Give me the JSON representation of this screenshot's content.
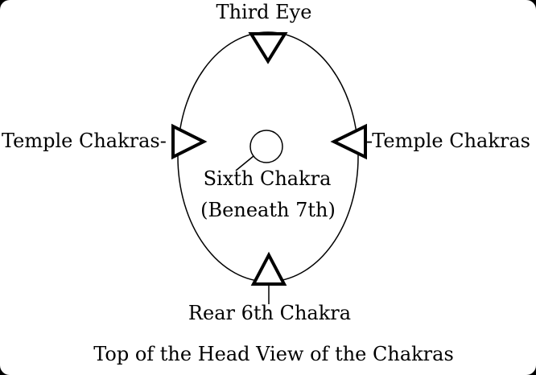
{
  "diagram": {
    "title": "Top of the Head View of the Chakras",
    "labels": {
      "third_eye": "Third Eye",
      "temple_left": "Temple Chakras-",
      "temple_right": "-Temple Chakras",
      "sixth_chakra_line1": "Sixth Chakra",
      "sixth_chakra_line2": "(Beneath 7th)",
      "rear_sixth": "Rear 6th Chakra"
    },
    "colors": {
      "ink": "#000000",
      "background": "#ffffff",
      "outer": "#000000"
    }
  }
}
